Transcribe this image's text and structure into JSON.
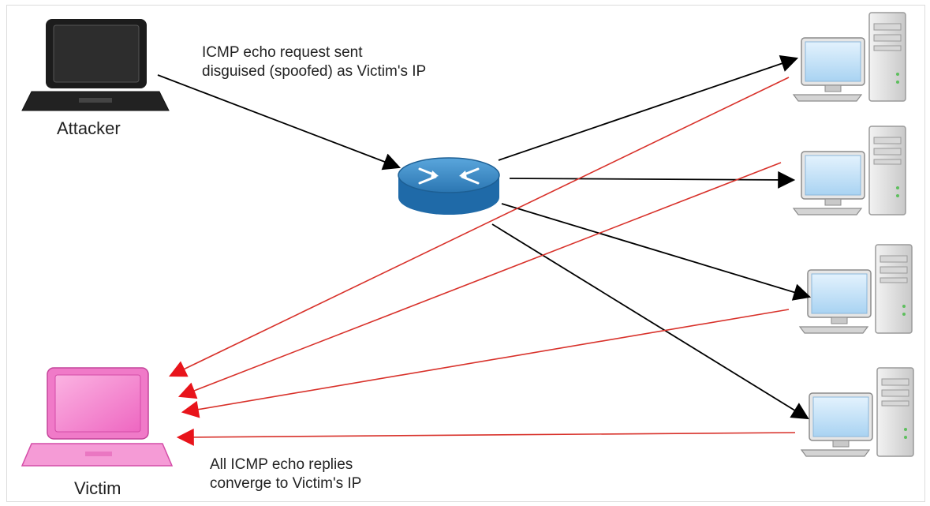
{
  "nodes": {
    "attacker_label": "Attacker",
    "victim_label": "Victim"
  },
  "annotations": {
    "request_line1": "ICMP echo request sent",
    "request_line2": "disguised (spoofed) as Victim's IP",
    "reply_line1": "All ICMP echo replies",
    "reply_line2": "converge to Victim's IP"
  },
  "colors": {
    "request_arrow": "#000000",
    "reply_arrow": "#d8312a",
    "victim_laptop": "#f07ac8",
    "attacker_laptop": "#1c1c1c",
    "router": "#2e7fb8",
    "monitor_screen": "#bfe0f8"
  },
  "icons": [
    "laptop-icon",
    "router-icon",
    "desktop-computer-icon"
  ]
}
